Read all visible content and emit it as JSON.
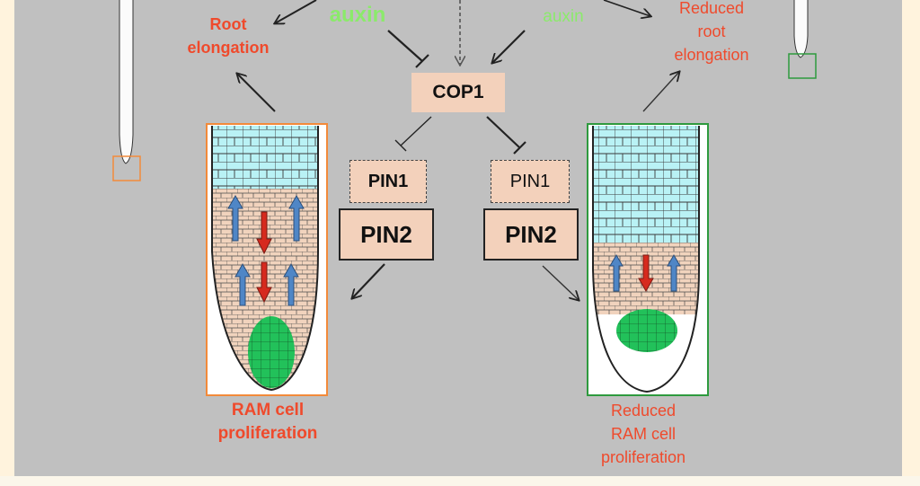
{
  "labels": {
    "root_elongation": "Root\nelongation",
    "auxin_left": "auxin",
    "auxin_right": "auxin",
    "reduced_root_elongation": "Reduced\nroot\nelongation",
    "cop1": "COP1",
    "pin1_left": "PIN1",
    "pin2_left": "PIN2",
    "pin1_right": "PIN1",
    "pin2_right": "PIN2",
    "ram_left": "RAM cell\nproliferation",
    "ram_right": "Reduced\nRAM cell\nproliferation"
  },
  "colors": {
    "background_panel": "#c0c0c0",
    "red_text": "#ef4a2c",
    "green_text": "#8bea6b",
    "box_fill": "#f3d1bb",
    "root_cyan": "#b9f2f5",
    "root_tan": "#f1d3bd",
    "root_green": "#22c15a",
    "arrow_blue": "#4f86c6",
    "arrow_red": "#d62a1e"
  }
}
